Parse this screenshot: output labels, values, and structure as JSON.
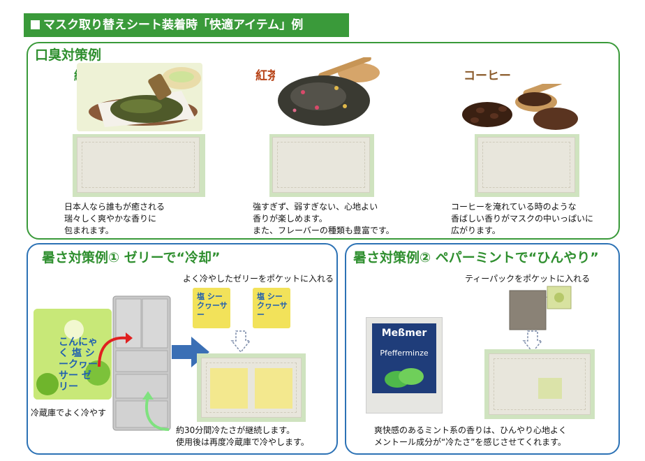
{
  "header": {
    "title": "マスク取り替えシート装着時「快適アイテム」例"
  },
  "odor": {
    "title": "口臭対策例",
    "items": [
      {
        "name": "緑茶",
        "lines": [
          "日本人なら誰もが癒される",
          "瑞々しく爽やかな香りに",
          "包まれます。"
        ]
      },
      {
        "name": "紅茶",
        "lines": [
          "強すぎず、弱すぎない、心地よい",
          "香りが楽しめます。",
          "また、フレーバーの種類も豊富です。"
        ]
      },
      {
        "name": "コーヒー",
        "lines": [
          "コーヒーを淹れている時のような",
          "香ばしい香りがマスクの中いっぱいに",
          "広がります。"
        ]
      }
    ]
  },
  "heat1": {
    "title": "暑さ対策例① ゼリーで“冷却”",
    "instruction": "よく冷やしたゼリーをポケットに入れる",
    "fridge_label": "冷蔵庫でよく冷やす",
    "lines": [
      "約30分間冷たさが継続します。",
      "使用後は再度冷蔵庫で冷やします。"
    ],
    "package_text": "こんにゃく 塩 シークヮーサー ゼリー",
    "pouch_text": "塩 シークヮーサー"
  },
  "heat2": {
    "title": "暑さ対策例② ペパーミントで“ひんやり”",
    "instruction": "ティーパックをポケットに入れる",
    "brand": "Meßmer",
    "product": "Pfefferminze",
    "lines": [
      "爽快感のあるミント系の香りは、ひんやり心地よく",
      "メントール成分が“冷たさ”を感じさせてくれます。"
    ]
  }
}
